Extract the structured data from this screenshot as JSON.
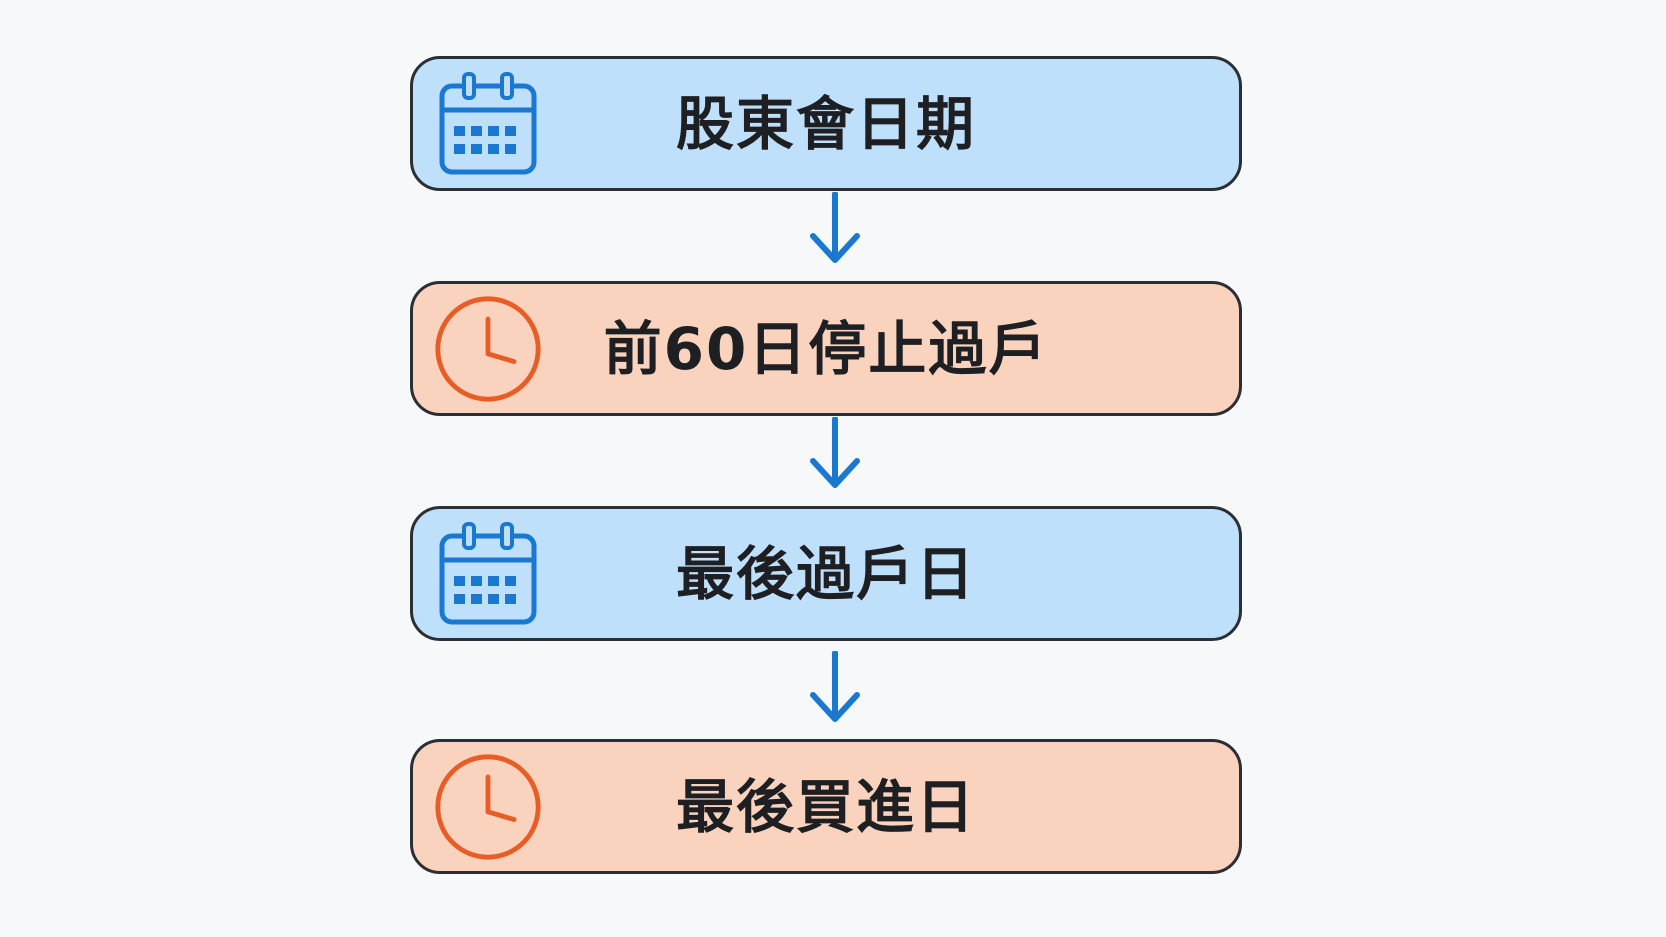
{
  "steps": [
    {
      "label": "股東會日期",
      "icon": "calendar-icon",
      "color": "#bfe0fb",
      "accent": "#1b78d0"
    },
    {
      "label": "前60日停止過戶",
      "icon": "clock-icon",
      "color": "#f9d3bd",
      "accent": "#e85d25"
    },
    {
      "label": "最後過戶日",
      "icon": "calendar-icon",
      "color": "#bfe0fb",
      "accent": "#1b78d0"
    },
    {
      "label": "最後買進日",
      "icon": "clock-icon",
      "color": "#f9d3bd",
      "accent": "#e85d25"
    }
  ],
  "arrow_color": "#1b78d0",
  "border_color": "#2b2e33"
}
